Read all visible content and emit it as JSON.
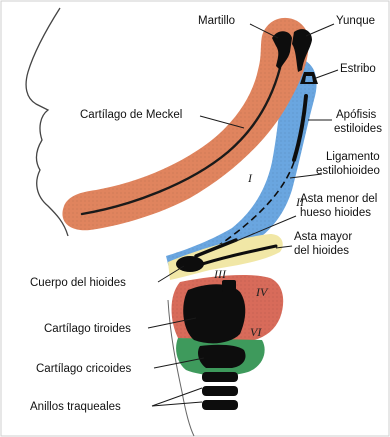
{
  "labels": {
    "martillo": "Martillo",
    "yunque": "Yunque",
    "estribo": "Estribo",
    "meckel": "Cartílago de Meckel",
    "apofisis_1": "Apófisis",
    "apofisis_2": "estiloides",
    "ligamento_1": "Ligamento",
    "ligamento_2": "estilohioideo",
    "asta_menor_1": "Asta menor del",
    "asta_menor_2": "hueso hioides",
    "asta_mayor_1": "Asta mayor",
    "asta_mayor_2": "del hioides",
    "cuerpo_hioides": "Cuerpo del hioides",
    "tiroides": "Cartílago tiroides",
    "cricoides": "Cartílago cricoides",
    "traqueales": "Anillos traqueales"
  },
  "arches": {
    "I": "I",
    "II": "II",
    "III": "III",
    "IV": "IV",
    "VI": "VI"
  },
  "colors": {
    "arch1": "#e0845e",
    "arch2": "#6aa6e0",
    "arch3": "#f1e7a6",
    "arch4": "#d86b5a",
    "arch6": "#3e9a5c",
    "cartilage": "#0d0d0d",
    "outline": "#555555"
  }
}
